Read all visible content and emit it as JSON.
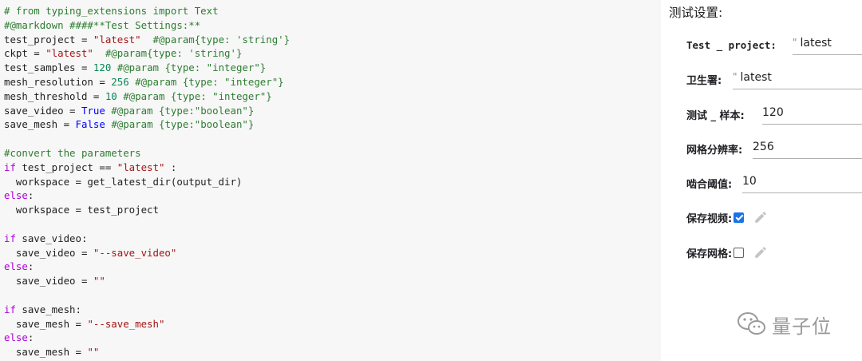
{
  "code": {
    "lines": [
      [
        {
          "t": "# from typing_extensions import Text",
          "c": "comment"
        }
      ],
      [
        {
          "t": "#@markdown ####**Test Settings:**",
          "c": "comment"
        }
      ],
      [
        {
          "t": "test_project = ",
          "c": ""
        },
        {
          "t": "\"latest\"",
          "c": "string"
        },
        {
          "t": "  ",
          "c": ""
        },
        {
          "t": "#@param{type: 'string'}",
          "c": "comment"
        }
      ],
      [
        {
          "t": "ckpt = ",
          "c": ""
        },
        {
          "t": "\"latest\"",
          "c": "string"
        },
        {
          "t": "  ",
          "c": ""
        },
        {
          "t": "#@param{type: 'string'}",
          "c": "comment"
        }
      ],
      [
        {
          "t": "test_samples = ",
          "c": ""
        },
        {
          "t": "120",
          "c": "number"
        },
        {
          "t": " ",
          "c": ""
        },
        {
          "t": "#@param {type: \"integer\"}",
          "c": "comment"
        }
      ],
      [
        {
          "t": "mesh_resolution = ",
          "c": ""
        },
        {
          "t": "256",
          "c": "number"
        },
        {
          "t": " ",
          "c": ""
        },
        {
          "t": "#@param {type: \"integer\"}",
          "c": "comment"
        }
      ],
      [
        {
          "t": "mesh_threshold = ",
          "c": ""
        },
        {
          "t": "10",
          "c": "number"
        },
        {
          "t": " ",
          "c": ""
        },
        {
          "t": "#@param {type: \"integer\"}",
          "c": "comment"
        }
      ],
      [
        {
          "t": "save_video = ",
          "c": ""
        },
        {
          "t": "True",
          "c": "const"
        },
        {
          "t": " ",
          "c": ""
        },
        {
          "t": "#@param {type:\"boolean\"}",
          "c": "comment"
        }
      ],
      [
        {
          "t": "save_mesh = ",
          "c": ""
        },
        {
          "t": "False",
          "c": "const"
        },
        {
          "t": " ",
          "c": ""
        },
        {
          "t": "#@param {type:\"boolean\"}",
          "c": "comment"
        }
      ],
      [
        {
          "t": "",
          "c": ""
        }
      ],
      [
        {
          "t": "#convert the parameters",
          "c": "comment"
        }
      ],
      [
        {
          "t": "if",
          "c": "keyword"
        },
        {
          "t": " test_project == ",
          "c": ""
        },
        {
          "t": "\"latest\"",
          "c": "string"
        },
        {
          "t": " :",
          "c": ""
        }
      ],
      [
        {
          "t": "  workspace = get_latest_dir(output_dir)",
          "c": ""
        }
      ],
      [
        {
          "t": "else",
          "c": "keyword"
        },
        {
          "t": ":",
          "c": ""
        }
      ],
      [
        {
          "t": "  workspace = test_project",
          "c": ""
        }
      ],
      [
        {
          "t": "",
          "c": ""
        }
      ],
      [
        {
          "t": "if",
          "c": "keyword"
        },
        {
          "t": " save_video:",
          "c": ""
        }
      ],
      [
        {
          "t": "  save_video = ",
          "c": ""
        },
        {
          "t": "\"--save_video\"",
          "c": "string"
        }
      ],
      [
        {
          "t": "else",
          "c": "keyword"
        },
        {
          "t": ":",
          "c": ""
        }
      ],
      [
        {
          "t": "  save_video = ",
          "c": ""
        },
        {
          "t": "\"\"",
          "c": "string"
        }
      ],
      [
        {
          "t": "",
          "c": ""
        }
      ],
      [
        {
          "t": "if",
          "c": "keyword"
        },
        {
          "t": " save_mesh:",
          "c": ""
        }
      ],
      [
        {
          "t": "  save_mesh = ",
          "c": ""
        },
        {
          "t": "\"--save_mesh\"",
          "c": "string"
        }
      ],
      [
        {
          "t": "else",
          "c": "keyword"
        },
        {
          "t": ":",
          "c": ""
        }
      ],
      [
        {
          "t": "  save_mesh = ",
          "c": ""
        },
        {
          "t": "\"\"",
          "c": "string"
        }
      ]
    ]
  },
  "form": {
    "title": "测试设置:",
    "test_project": {
      "label": "Test _ project:",
      "value": "latest"
    },
    "ckpt": {
      "label": "卫生署:",
      "value": "latest"
    },
    "test_samples": {
      "label": "测试 _ 样本:",
      "value": "120"
    },
    "mesh_resolution": {
      "label": "网格分辨率:",
      "value": "256"
    },
    "mesh_threshold": {
      "label": "啮合阈值:",
      "value": "10"
    },
    "save_video": {
      "label": "保存视频:",
      "checked": true
    },
    "save_mesh": {
      "label": "保存网格:",
      "checked": false
    }
  },
  "watermark": {
    "text": "量子位"
  },
  "colors": {
    "checkbox_accent": "#1a73e8",
    "code_bg": "#f7f7f7"
  },
  "icons": {
    "edit": "pencil-icon",
    "watermark_logo": "wechat-icon"
  }
}
